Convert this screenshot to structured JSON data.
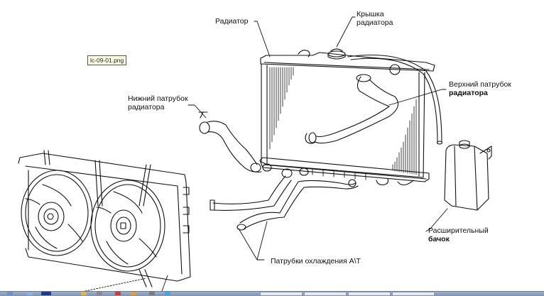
{
  "viewer": {
    "filename_tooltip": "lc-09-01.png"
  },
  "diagram": {
    "title": "Система охлаждения",
    "labels": {
      "radiator": "Радиатор",
      "radiator_cap_line1": "Крышка",
      "radiator_cap_line2": "радиатора",
      "lower_hose_line1": "Нижний патрубок",
      "lower_hose_line2": "радиатора",
      "upper_hose_line1": "Верхний патрубок",
      "upper_hose_line2": "радиатора",
      "expansion_tank_line1": "Расширительный",
      "expansion_tank_line2": "бачок",
      "at_cooling_hoses": "Патрубки охлаждения A\\T"
    },
    "components": [
      "radiator",
      "radiator-cap",
      "upper-hose",
      "lower-hose",
      "at-cooling-hoses",
      "expansion-tank",
      "overflow-hose",
      "fan-shroud",
      "fan-left",
      "fan-right"
    ]
  },
  "taskbar": {
    "quicklaunch_icons": [
      {
        "name": "start-icon",
        "color": "#6d8fc4"
      },
      {
        "name": "desktop-icon",
        "color": "#8fb0d8"
      },
      {
        "name": "app-icon-dark",
        "color": "#1f3a8a"
      },
      {
        "name": "folder-icon",
        "color": "#e0b84a"
      },
      {
        "name": "app-icon-gray",
        "color": "#8a8a8a"
      },
      {
        "name": "opera-icon",
        "color": "#d33b3b"
      },
      {
        "name": "firefox-icon",
        "color": "#e89b2e"
      },
      {
        "name": "app-icon-gray2",
        "color": "#7c7c7c"
      },
      {
        "name": "ie-icon",
        "color": "#3fa7e0"
      }
    ],
    "window_buttons": [
      "",
      "",
      "",
      ""
    ],
    "colors": {
      "bar": "#8a9cb8",
      "button": "#e6e8ec"
    }
  }
}
